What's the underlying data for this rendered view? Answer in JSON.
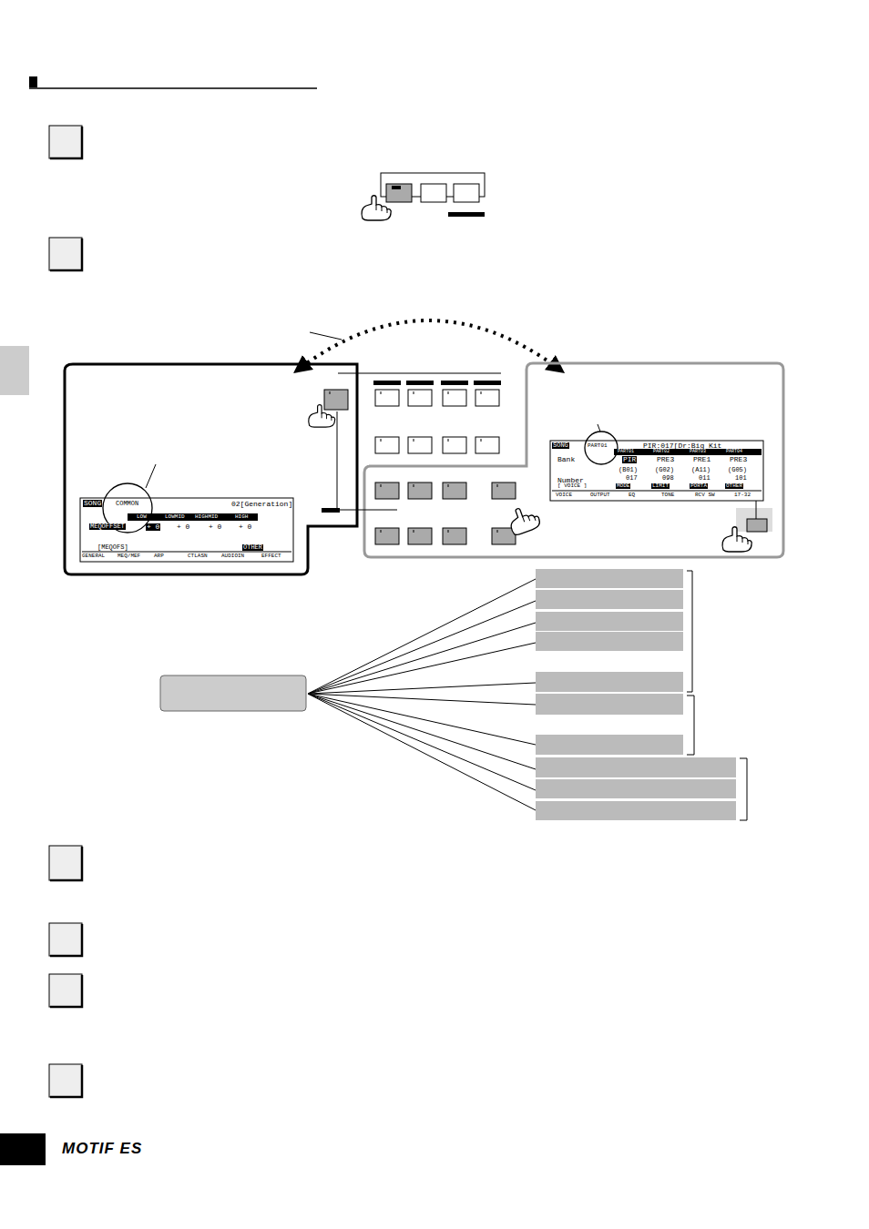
{
  "diagram": {
    "labels": [
      "SONG",
      "COMMON",
      "02[Generation]",
      "LOW",
      "LOWMID",
      "HIGHMID",
      "HIGH",
      "MEQOFFSET",
      "+ 0",
      "+ 0",
      "+ 0",
      "+ 0",
      "[MEQOFS]",
      "OTHER",
      "GENERAL",
      "MEQ/MEF",
      "ARP",
      "CTLASN",
      "AUDIOIN",
      "EFFECT",
      "SONG",
      "PART01",
      "PIR:017[Dr:Big Kit",
      "PART01",
      "PART02",
      "PART03",
      "PART04",
      "Bank",
      "PIR",
      "PRE3",
      "PRE1",
      "PRE3",
      "Number",
      "(B01)",
      "017",
      "(G02)",
      "098",
      "(A11)",
      "011",
      "(G05)",
      "101",
      "[ VOICE ]",
      "MODE",
      "LIMIT",
      "PORTA",
      "OTHER",
      "VOICE",
      "OUTPUT",
      "EQ",
      "TONE",
      "RCV SW",
      "17-32",
      "MOTIF ES"
    ]
  }
}
